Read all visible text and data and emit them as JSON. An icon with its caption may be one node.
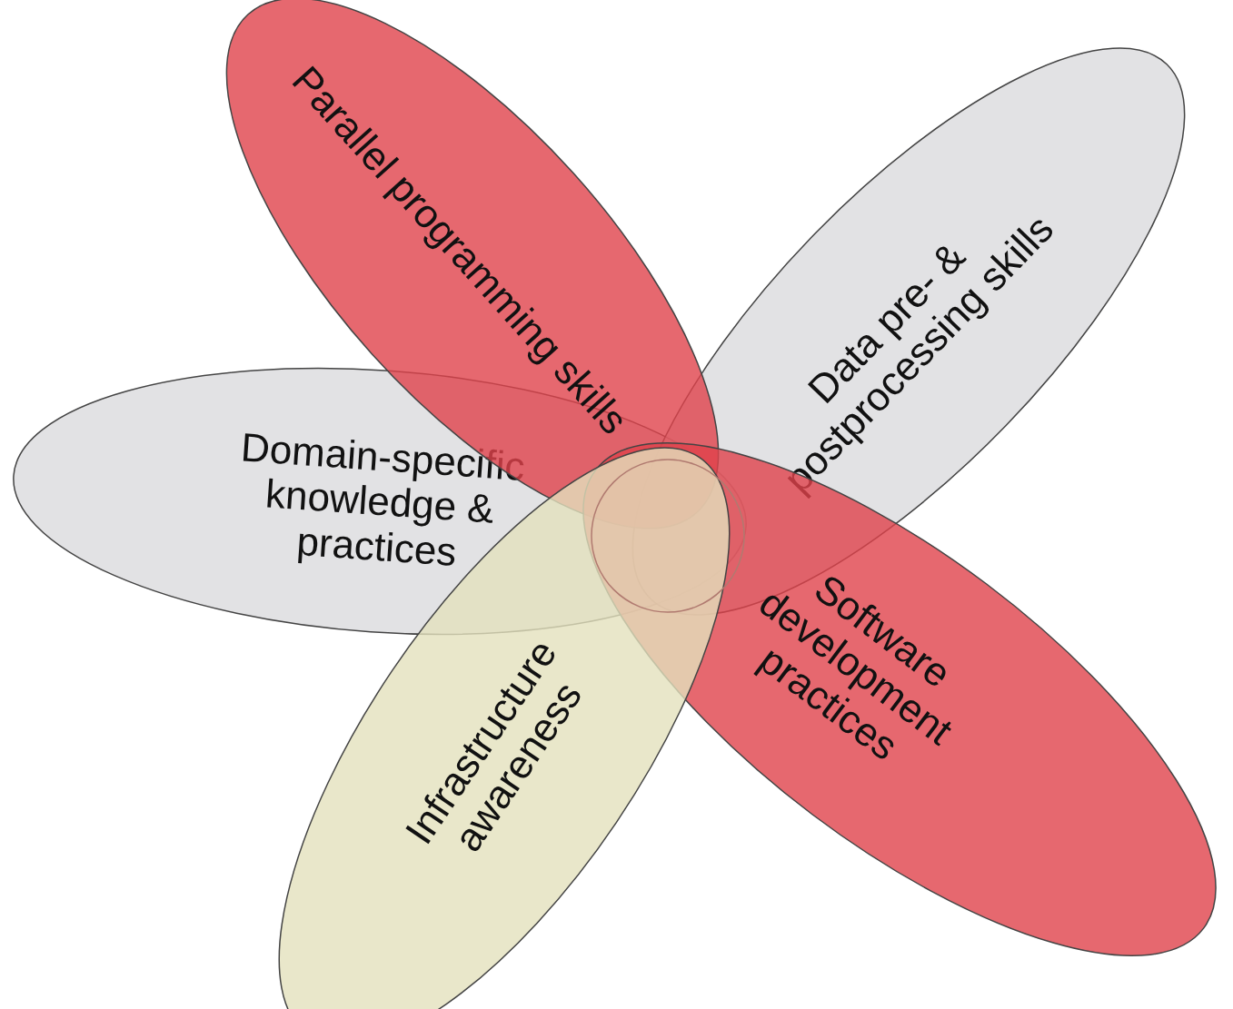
{
  "diagram": {
    "nodes": [
      {
        "text": [
          "Parallel programming skills"
        ]
      },
      {
        "text": [
          "Data pre- & postprocessing skills"
        ]
      },
      {
        "text": [
          "Domain-specific knowledge & practices"
        ]
      },
      {
        "text": [
          "Infrastructure awareness"
        ]
      },
      {
        "text": [
          "Software development practices"
        ]
      },
      {
        "text": [],
        "shape": "circle"
      }
    ]
  }
}
